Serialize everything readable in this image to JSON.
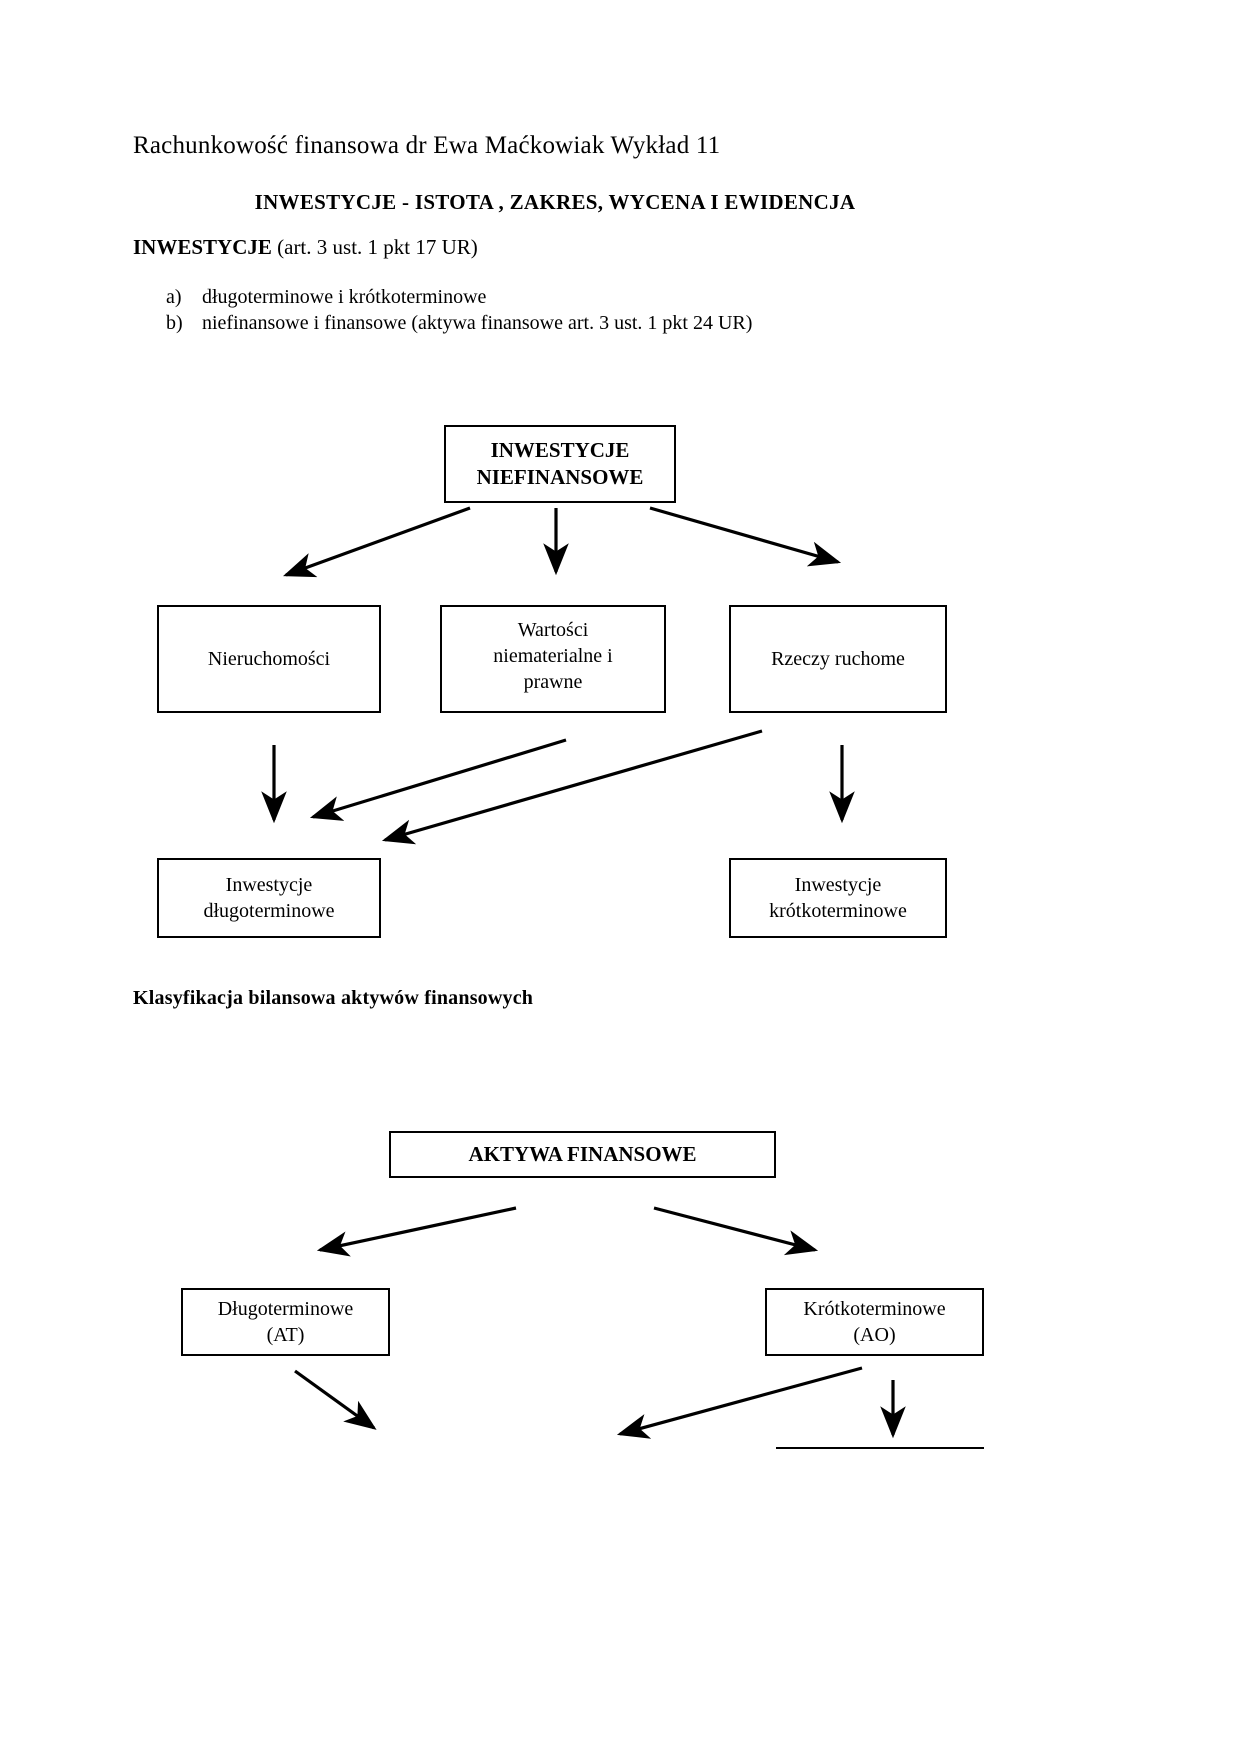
{
  "document": {
    "header": "Rachunkowość finansowa dr Ewa Maćkowiak Wykład 11",
    "section_title": "INWESTYCJE - ISTOTA , ZAKRES, WYCENA I EWIDENCJA",
    "lead_bold": "INWESTYCJE",
    "lead_rest": " (art. 3 ust. 1 pkt 17 UR)",
    "list": [
      {
        "marker": "a)",
        "text": "długoterminowe i krótkoterminowe"
      },
      {
        "marker": "b)",
        "text": "niefinansowe i finansowe (aktywa finansowe art. 3 ust. 1 pkt 24 UR)"
      }
    ],
    "subhead": "Klasyfikacja bilansowa aktywów finansowych"
  },
  "diagram1": {
    "root": "INWESTYCJE\nNIEFINANSOWE",
    "root_line1": "INWESTYCJE",
    "root_line2": "NIEFINANSOWE",
    "children": [
      {
        "label": "Nieruchomości"
      },
      {
        "label": "Wartości\nniematerialne i\nprawne",
        "line1": "Wartości",
        "line2": "niematerialne i",
        "line3": "prawne"
      },
      {
        "label": "Rzeczy ruchome"
      }
    ],
    "outcomes": [
      {
        "line1": "Inwestycje",
        "line2": "długoterminowe"
      },
      {
        "line1": "Inwestycje",
        "line2": "krótkoterminowe"
      }
    ]
  },
  "diagram2": {
    "root": "AKTYWA FINANSOWE",
    "children": [
      {
        "line1": "Długoterminowe",
        "line2": "(AT)"
      },
      {
        "line1": "Krótkoterminowe",
        "line2": "(AO)"
      }
    ]
  },
  "colors": {
    "ink": "#000000",
    "paper": "#ffffff"
  }
}
